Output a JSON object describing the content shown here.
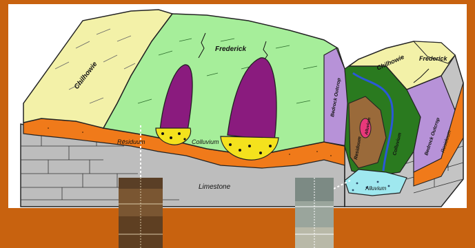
{
  "diagram": {
    "labels": {
      "chilhowie_left": "Chilhowie",
      "frederick_top": "Frederick",
      "residuum_left": "Residuum",
      "colluvium": "Colluvium",
      "limestone": "Limestone",
      "chilhowie_right": "Chilhowie",
      "frederick_right": "Frederick",
      "alluvium": "Alluvium",
      "residuum_right": "Residuum",
      "bedrock_outcrop_left": "Bedrock Outcrop",
      "bedrock_outcrop_right": "Bedrock Outcrop",
      "colluvium_right": "Colluvium",
      "alluvium_core": "Alluvium",
      "residuum_core": "Residuum"
    },
    "colors": {
      "background": "#c8620f",
      "chilhowie": "#f3f1a8",
      "frederick": "#a6ee9a",
      "colluvium_cone": "#8a1b7e",
      "colluvium_base": "#f4e21d",
      "residuum": "#f07a1a",
      "limestone": "#b9b9b9",
      "bedrock": "#b792d8",
      "floodplain": "#2a7a1f",
      "alluvium": "#9fe8ef"
    }
  }
}
